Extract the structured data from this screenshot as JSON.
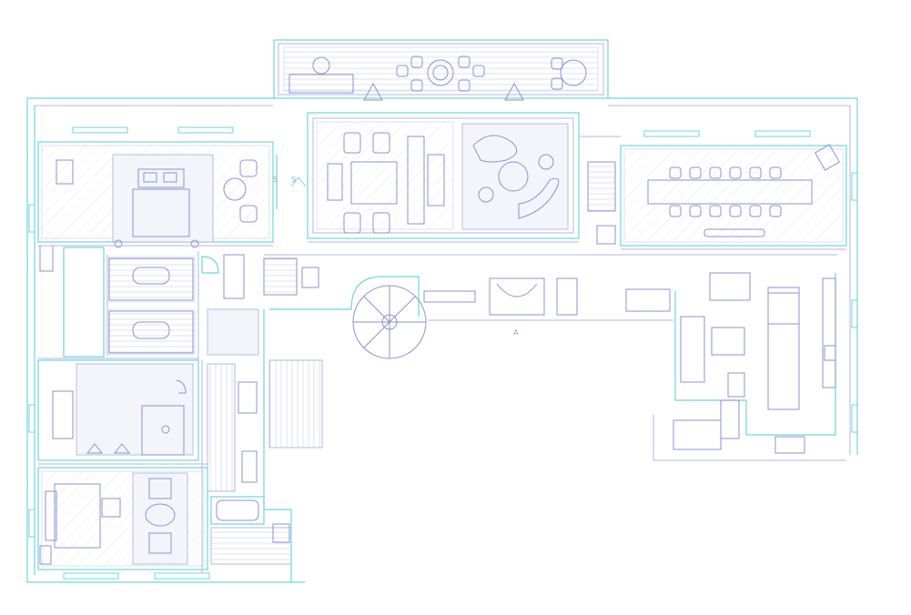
{
  "labels": {
    "stair_a": "S",
    "stair_b": "S",
    "north_mark": "A"
  },
  "colors": {
    "wall_primary": "#6fd4e0",
    "wall_secondary": "#b3b6e6",
    "furniture": "#8d91d0",
    "floor_fill": "#f4f5fb"
  }
}
